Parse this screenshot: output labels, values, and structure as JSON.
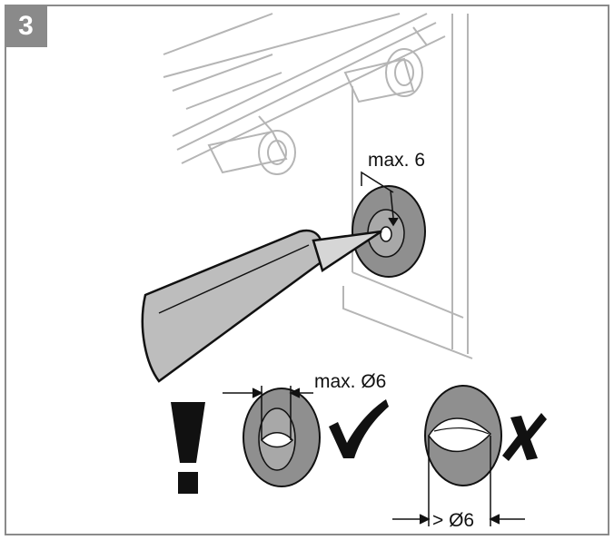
{
  "step": {
    "number": "3"
  },
  "labels": {
    "depth_limit": "max. 6",
    "diameter_limit": "max. Ø6",
    "diameter_exceeded": "> Ø6"
  },
  "symbols": {
    "warning": "exclamation-icon",
    "correct": "checkmark-icon",
    "incorrect": "cross-icon"
  },
  "colors": {
    "frame": "#8a8a8a",
    "grommet": "#8f8f8f",
    "tool": "#bdbdbd",
    "line": "#111111"
  }
}
